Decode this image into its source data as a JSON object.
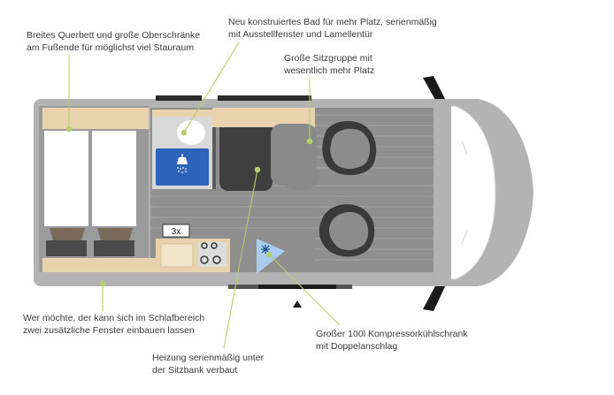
{
  "annotations": {
    "bed": {
      "line1": "Breites Querbett und große Oberschränke",
      "line2": "am Fußende für möglichst viel Stauraum"
    },
    "bath": {
      "line1": "Neu konstruiertes Bad für mehr Platz, serienmäßig",
      "line2": "mit Ausstellfenster und Lamellentür"
    },
    "seating": {
      "line1": "Große Sitzgruppe mit",
      "line2": "wesentlich mehr Platz"
    },
    "windows": {
      "line1": "Wer möchte, der kann sich im Schlafbereich",
      "line2": "zwei zusätzliche Fenster einbauen lassen"
    },
    "heating": {
      "line1": "Heizung serienmäßig unter",
      "line2": "der Sitzbank verbaut"
    },
    "fridge": {
      "line1": "Großer 100l Kompressorkühlschrank",
      "line2": "mit Doppelanschlag"
    }
  },
  "floorplan": {
    "burner_label": "3x"
  },
  "colors": {
    "accent_line": "#b5cf6b",
    "wood": "#e8d3ae",
    "bath_blue": "#2d63b8",
    "fridge_blue": "#a9cdef",
    "body_gray": "#b3b3b3",
    "dark_gray": "#3a3a3a"
  },
  "icons": [
    "shower-icon",
    "fridge-snowflake-icon",
    "entrance-arrow-icon"
  ]
}
